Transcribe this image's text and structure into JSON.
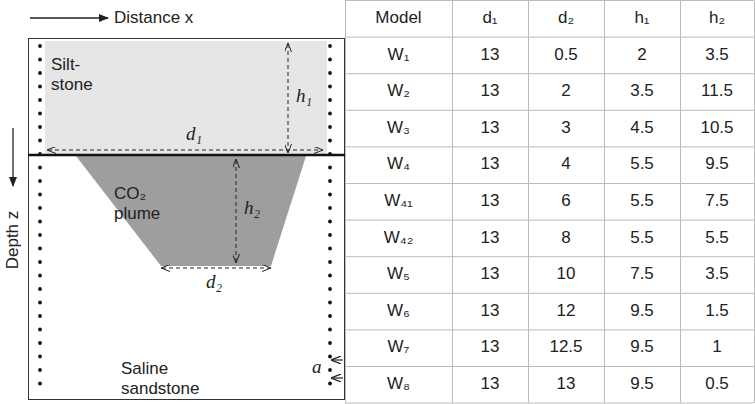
{
  "diagram": {
    "nodes": [
      {
        "text": [
          "Saline sandstone"
        ]
      },
      {
        "text": [
          "Silt- stone"
        ],
        "in": 0
      },
      {
        "text": [
          "CO₂ plume"
        ],
        "in": 0
      }
    ],
    "labels": [
      "Distance x",
      "Depth z",
      "h₁",
      "d₁",
      "h₂",
      "d₂",
      "a",
      "Model",
      "d₁",
      "d₂",
      "h₁",
      "h₂",
      "W₁",
      "13",
      "0.5",
      "2",
      "3.5",
      "W₂",
      "13",
      "2",
      "3.5",
      "11.5",
      "W₃",
      "13",
      "3",
      "4.5",
      "10.5",
      "W₄",
      "13",
      "4",
      "5.5",
      "9.5",
      "W₄₁",
      "13",
      "6",
      "5.5",
      "7.5",
      "W₄₂",
      "13",
      "8",
      "5.5",
      "5.5",
      "W₅",
      "13",
      "10",
      "7.5",
      "3.5",
      "W₆",
      "13",
      "12",
      "9.5",
      "1.5",
      "W₇",
      "13",
      "12.5",
      "9.5",
      "1",
      "W₈",
      "13",
      "13",
      "9.5",
      "0.5"
    ]
  }
}
